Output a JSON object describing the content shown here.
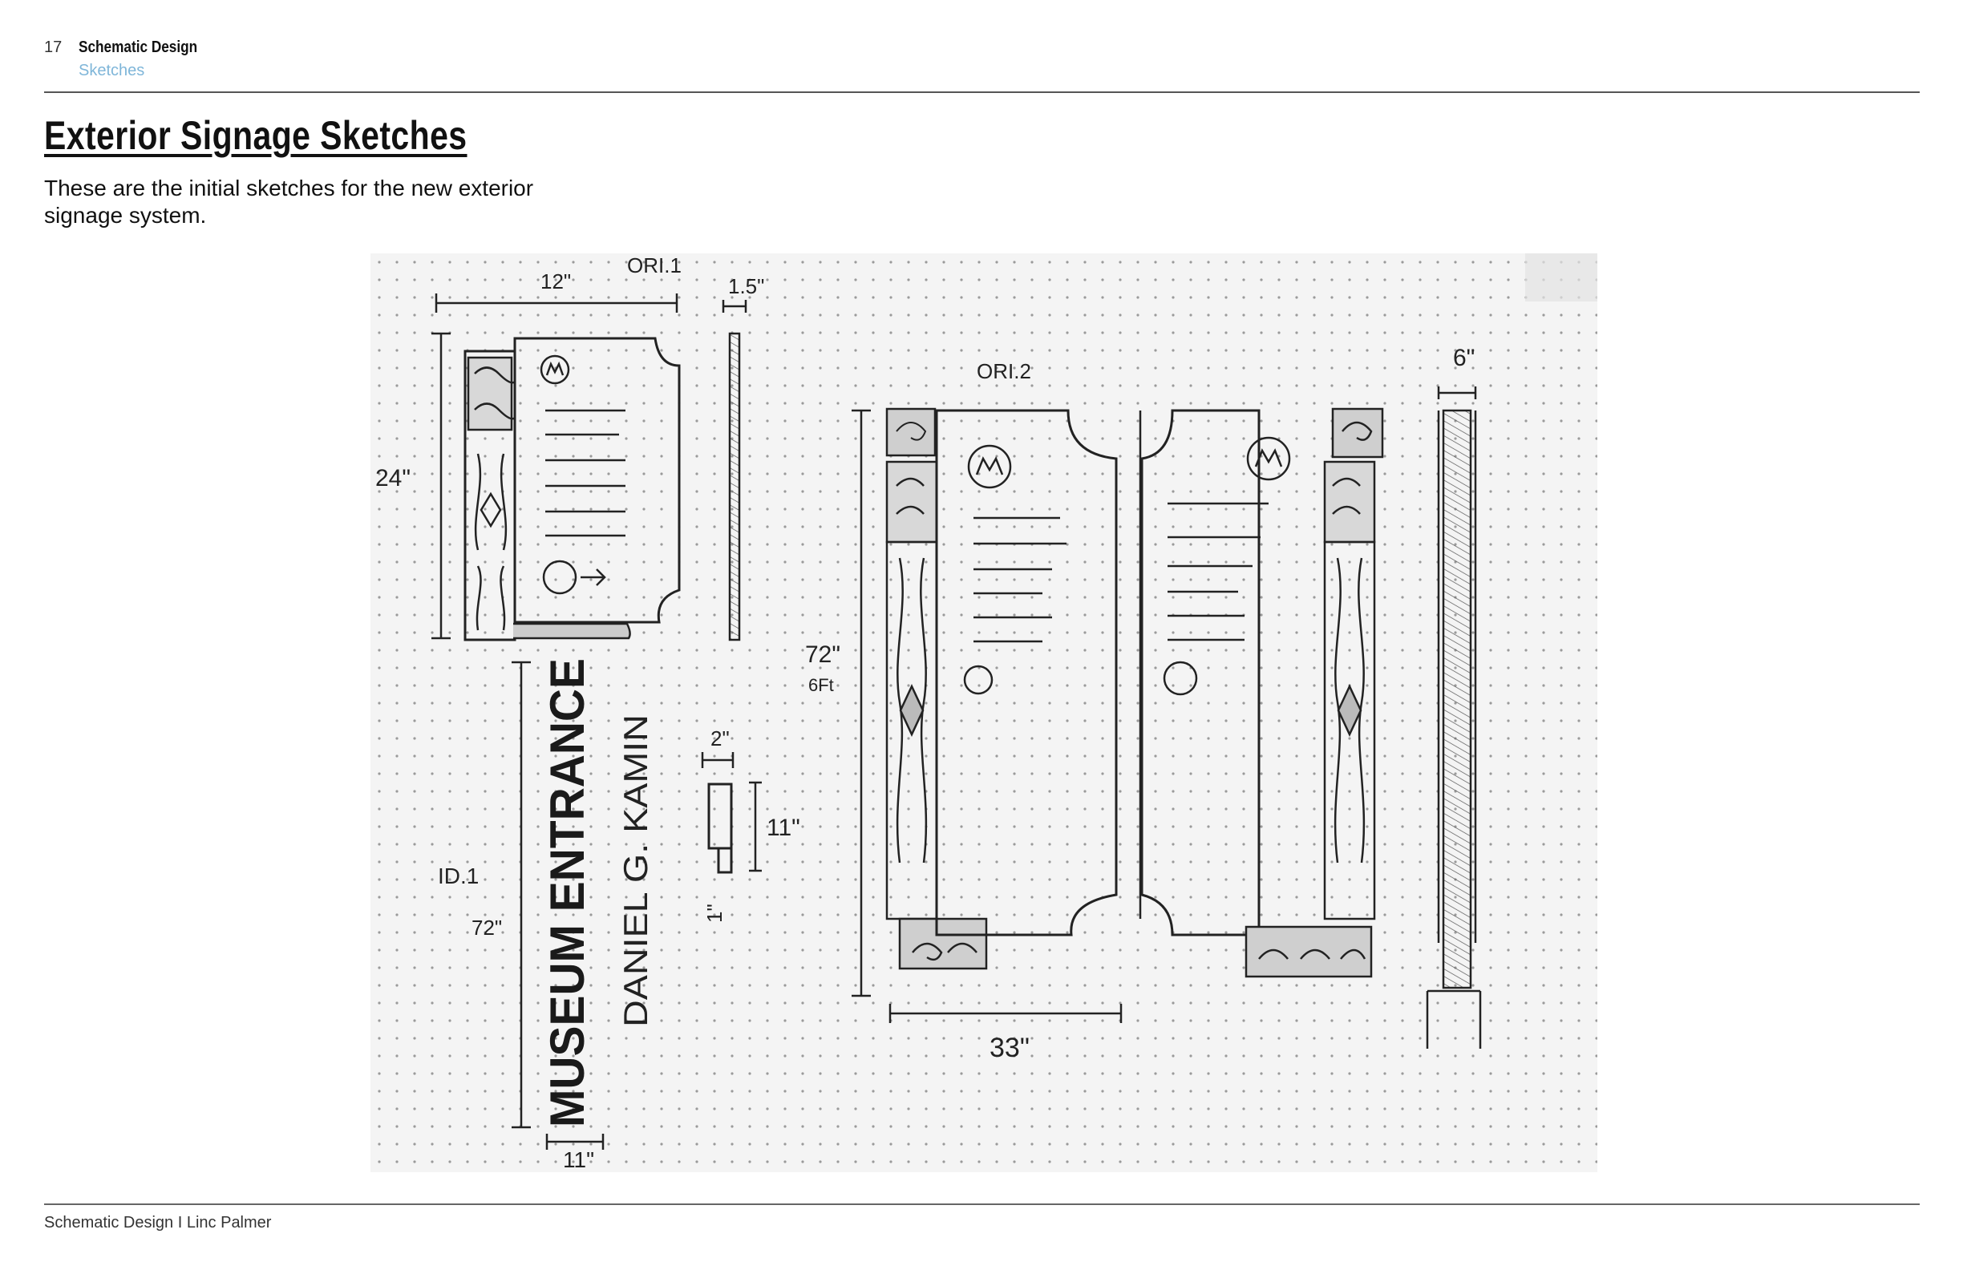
{
  "header": {
    "page_number": "17",
    "section": "Schematic Design",
    "subsection": "Sketches"
  },
  "page": {
    "title": "Exterior Signage Sketches",
    "intro": "These are the initial sketches for the new exterior signage system."
  },
  "sketch": {
    "labels": {
      "ori1": "ORI.1",
      "ori2": "ORI.2",
      "id1": "ID.1",
      "w12": "12\"",
      "d15": "1.5\"",
      "h24": "24\"",
      "d6": "6\"",
      "h72a": "72\"",
      "sixft": "6Ft",
      "h72b": "72\"",
      "w33": "33\"",
      "w2": "2\"",
      "h11": "11\"",
      "d1": "1\"",
      "w11": "11\""
    },
    "vertical_text": {
      "museum": "MUSEUM ENTRANCE",
      "donor": "DANIEL G. KAMIN"
    }
  },
  "footer": {
    "text": "Schematic Design I Linc Palmer"
  }
}
